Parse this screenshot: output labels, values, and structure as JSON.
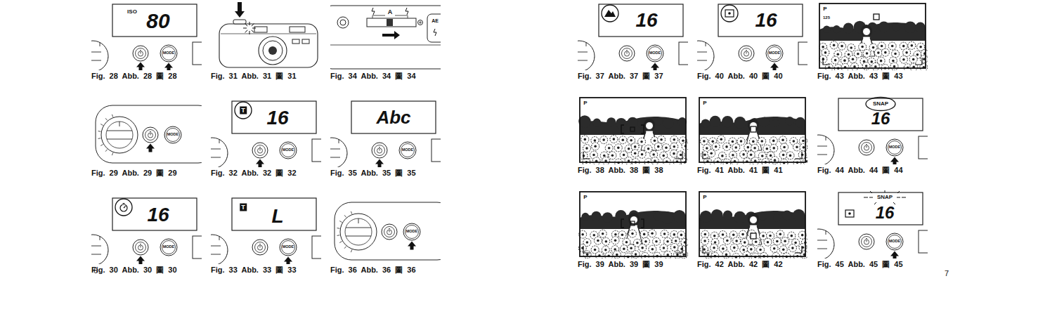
{
  "diagram": {
    "nodes": [
      {
        "text": [
          "ISO",
          "80",
          "MODE",
          "Fig. 28 Abb. 28 圖 28"
        ]
      },
      {
        "text": [
          "MODE",
          "Fig. 29 Abb. 29 圖 29"
        ]
      },
      {
        "text": [
          "16",
          "MODE",
          "Fig. 30 Abb. 30 圖 30"
        ]
      },
      {
        "text": [
          "Fig. 31 Abb. 31 圖 31"
        ]
      },
      {
        "text": [
          "T",
          "16",
          "MODE",
          "Fig. 32 Abb. 32 圖 32"
        ]
      },
      {
        "text": [
          "T",
          "L",
          "MODE",
          "Fig. 33 Abb. 33 圖 33"
        ]
      },
      {
        "text": [
          "A",
          "AE",
          "Fig. 34 Abb. 34 圖 34"
        ]
      },
      {
        "text": [
          "Abc",
          "MODE",
          "Fig. 35 Abb. 35 圖 35"
        ]
      },
      {
        "text": [
          "MODE",
          "Fig. 36 Abb. 36 圖 36"
        ]
      },
      {
        "text": [
          "16",
          "MODE",
          "Fig. 37 Abb. 37 圖 37"
        ]
      },
      {
        "text": [
          "P",
          "Fig. 38 Abb. 38 圖 38"
        ]
      },
      {
        "text": [
          "P",
          "Fig. 39 Abb. 39 圖 39"
        ]
      },
      {
        "text": [
          "16",
          "MODE",
          "Fig. 40 Abb. 40 圖 40"
        ]
      },
      {
        "text": [
          "P",
          "Fig. 41 Abb. 41 圖 41"
        ]
      },
      {
        "text": [
          "P",
          "Fig. 42 Abb. 42 圖 42"
        ]
      },
      {
        "text": [
          "P",
          "125",
          "Fig. 43 Abb. 43 圖 43"
        ]
      },
      {
        "text": [
          "SNAP",
          "16",
          "MODE",
          "Fig. 44 Abb. 44 圖 44"
        ]
      },
      {
        "text": [
          "SNAP",
          "16",
          "MODE",
          "Fig. 45 Abb. 45 圖 45"
        ]
      }
    ],
    "labels": [
      "6",
      "7"
    ]
  }
}
